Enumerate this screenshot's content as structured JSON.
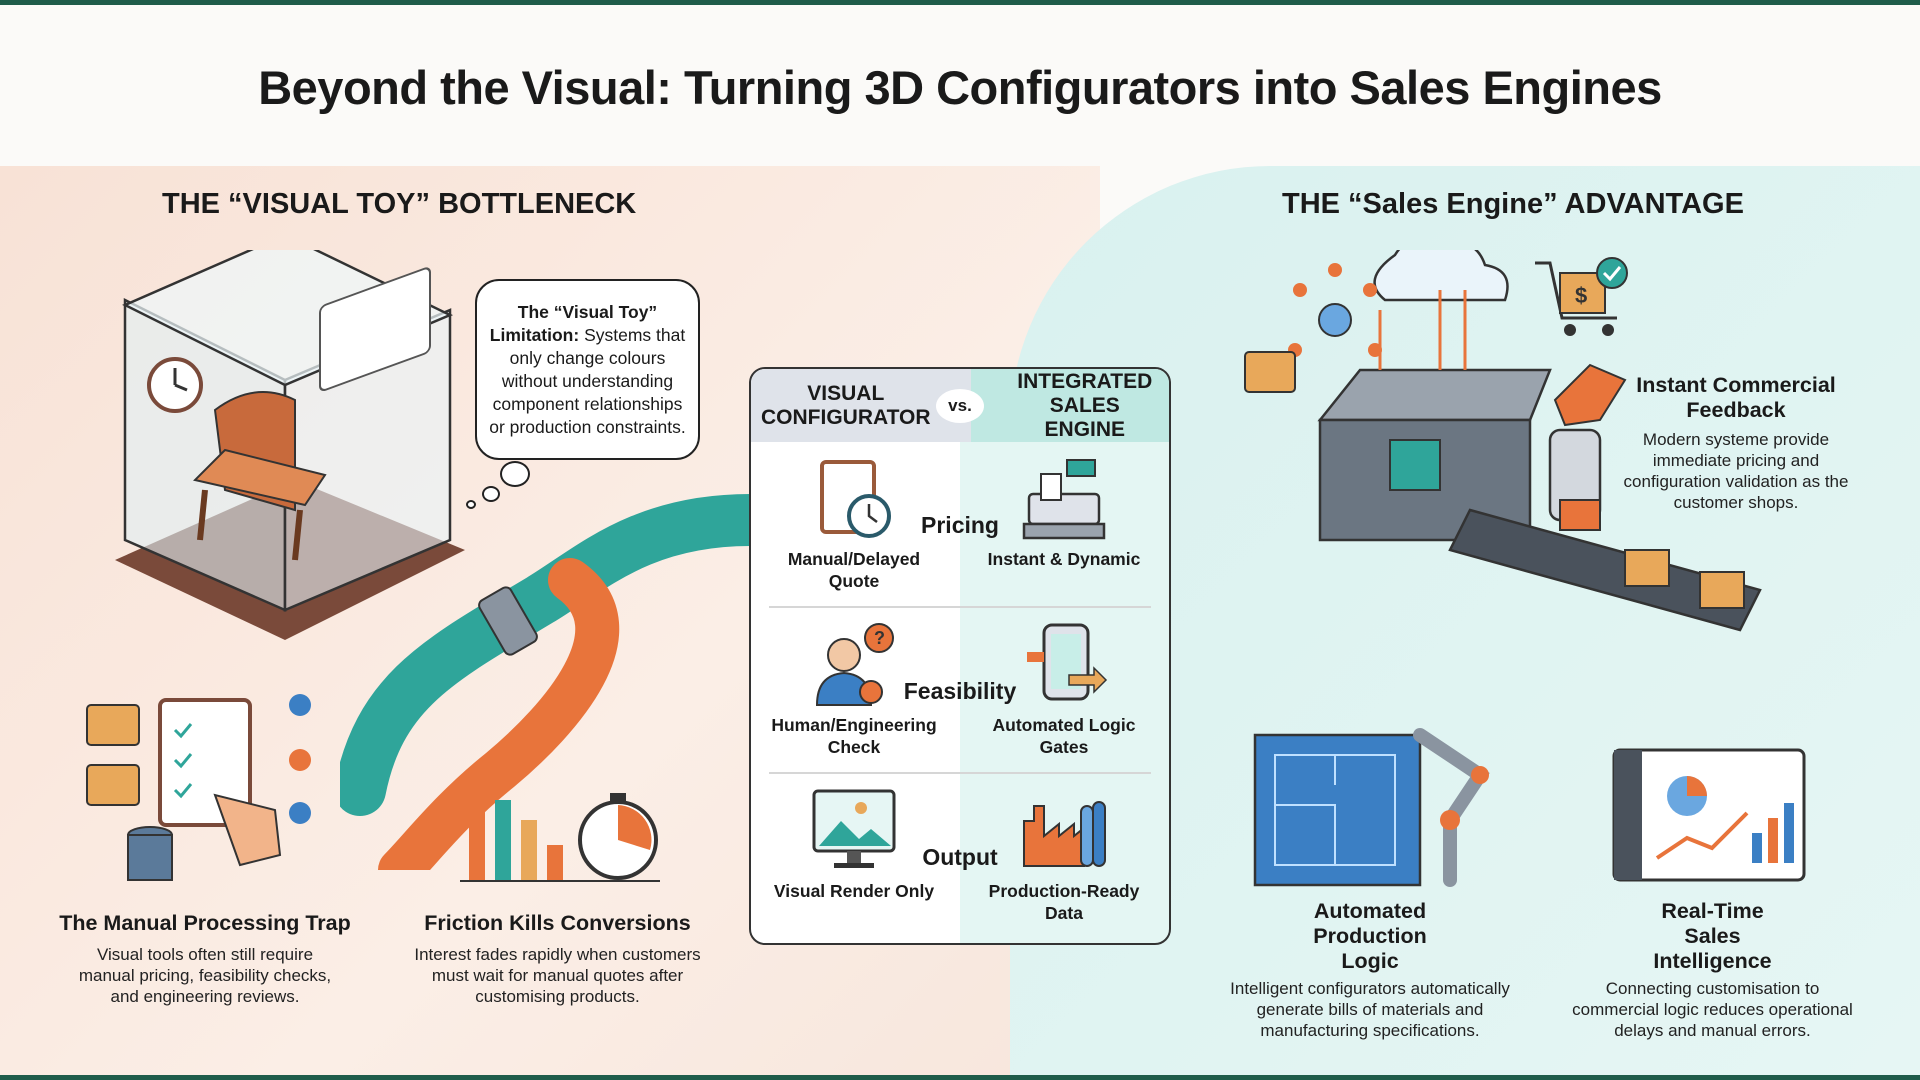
{
  "title": "Beyond the Visual: Turning 3D Configurators into Sales Engines",
  "left": {
    "heading": "THE “VISUAL TOY” BOTTLENECK",
    "bubble": {
      "bold": "The “Visual Toy” Limitation:",
      "text": " Systems that only change colours without understanding component relationships or production constraints."
    },
    "captions": [
      {
        "title": "The Manual Processing Trap",
        "body": "Visual tools often still require manual pricing, feasibility checks, and engineering reviews."
      },
      {
        "title": "Friction Kills Conversions",
        "body": "Interest fades rapidly when customers must wait for manual quotes after customising products."
      }
    ]
  },
  "comparison": {
    "left_header": "VISUAL CONFIGURATOR",
    "vs": "vs.",
    "right_header": "INTEGRATED SALES ENGINE",
    "rows": [
      {
        "label": "Pricing",
        "left": "Manual/Delayed Quote",
        "right": "Instant & Dynamic"
      },
      {
        "label": "Feasibility",
        "left": "Human/Engineering Check",
        "right": "Automated Logic Gates"
      },
      {
        "label": "Output",
        "left": "Visual Render Only",
        "right": "Production-Ready Data"
      }
    ]
  },
  "right": {
    "heading": "THE “Sales Engine” ADVANTAGE",
    "captions": [
      {
        "title": "Instant Commercial Feedback",
        "body": "Modern systeme provide immediate pricing and configuration validation as the customer shops."
      },
      {
        "title": "Automated Production Logic",
        "body": "Intelligent configurators automatically generate bills of materials and manufacturing specifications."
      },
      {
        "title": "Real-Time Sales Intelligence",
        "body": "Connecting customisation to commercial logic reduces operational delays and manual errors."
      }
    ]
  },
  "colors": {
    "accent_green": "#1f5c4a",
    "orange": "#e8743b",
    "teal": "#2fa59a",
    "blue": "#3b7fc4"
  }
}
